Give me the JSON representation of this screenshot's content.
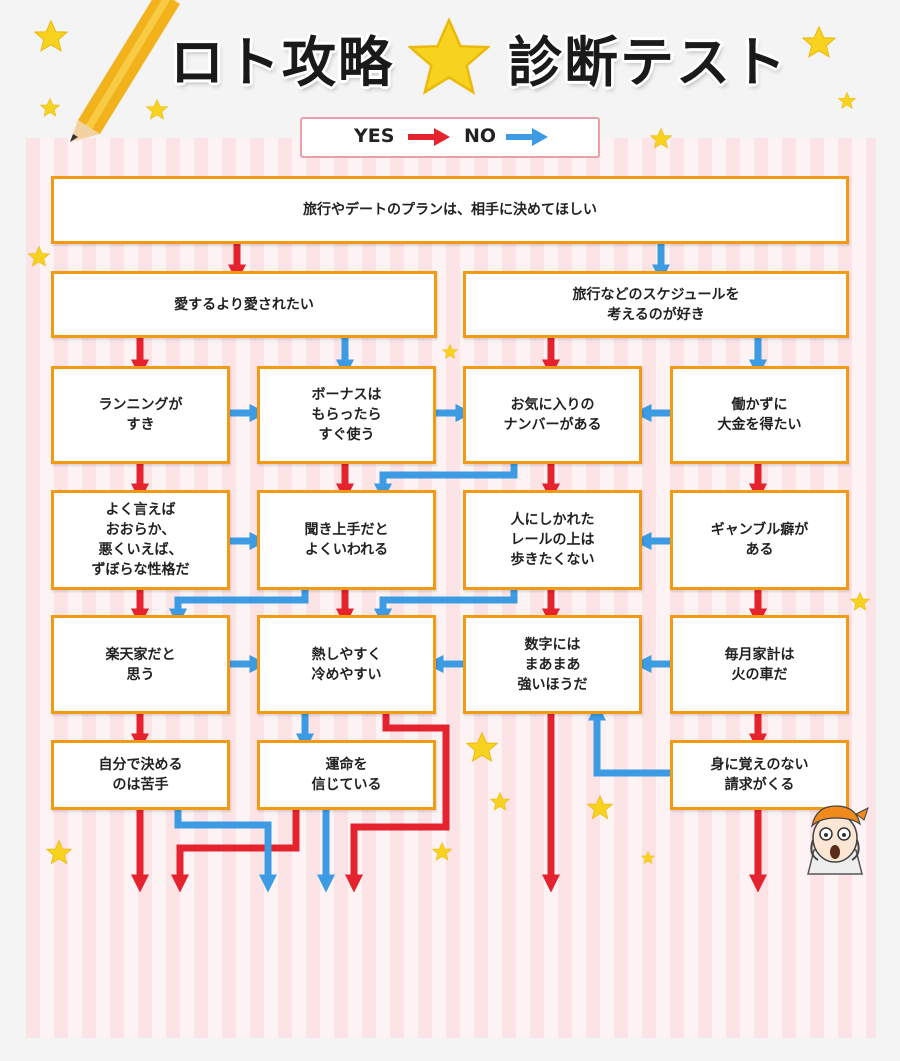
{
  "header": {
    "title_left": "ロト攻略",
    "title_right": "診断テスト",
    "star_icon": "star-icon"
  },
  "legend": {
    "yes_label": "YES",
    "no_label": "NO",
    "yes_color": "#e4232e",
    "no_color": "#3d9be3"
  },
  "colors": {
    "box_border": "#f29a12",
    "yes_arrow": "#e4232e",
    "no_arrow": "#3d9be3",
    "star": "#f7d31f"
  },
  "nodes": {
    "q1": "旅行やデートのプランは、相手に決めてほしい",
    "q2": "愛するより愛されたい",
    "q3": "旅行などのスケジュールを\n考えるのが好き",
    "q4": "ランニングが\nすき",
    "q5": "ボーナスは\nもらったら\nすぐ使う",
    "q6": "お気に入りの\nナンバーがある",
    "q7": "働かずに\n大金を得たい",
    "q8": "よく言えば\nおおらか、\n悪くいえば、\nずぼらな性格だ",
    "q9": "聞き上手だと\nよくいわれる",
    "q10": "人にしかれた\nレールの上は\n歩きたくない",
    "q11": "ギャンブル癖が\nある",
    "q12": "楽天家だと\n思う",
    "q13": "熱しやすく\n冷めやすい",
    "q14": "数字には\nまあまあ\n強いほうだ",
    "q15": "毎月家計は\n火の車だ",
    "q16": "自分で決める\nのは苦手",
    "q17": "運命を\n信じている",
    "q18": "身に覚えのない\n請求がくる"
  }
}
